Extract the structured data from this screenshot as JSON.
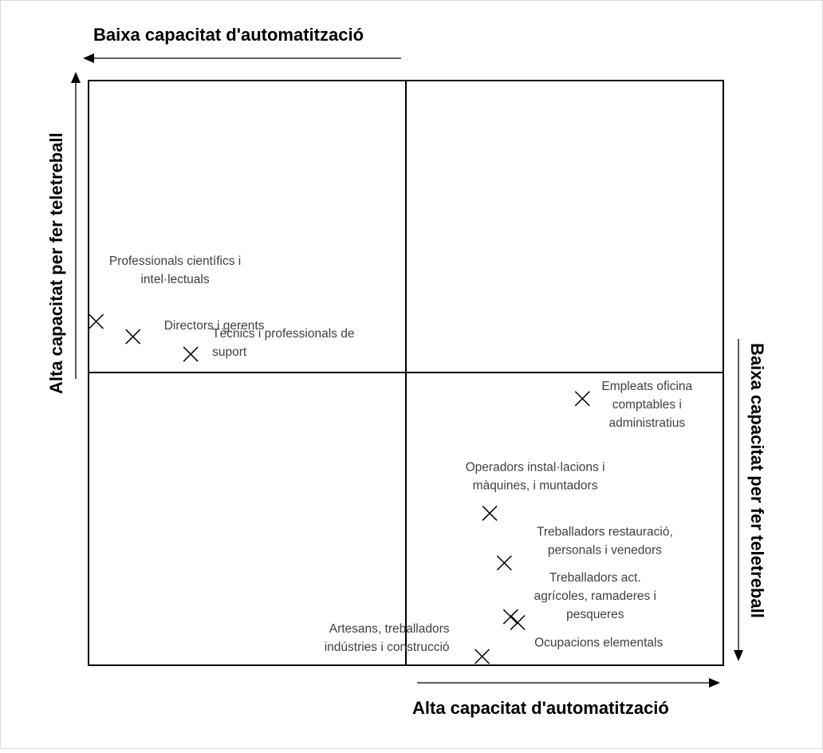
{
  "chart_data": {
    "type": "scatter",
    "grid": false,
    "axis_titles": {
      "top": "Baixa capacitat d'automatització",
      "bottom": "Alta capacitat d'automatització",
      "left": "Alta capacitat  per fer teletreball",
      "right": "Baixa capacitat  per fer teletreball"
    },
    "points": [
      {
        "label": [
          "Professionals científics i",
          "intel·lectuals"
        ],
        "x": 0.012,
        "y": 0.588
      },
      {
        "label": [
          "Directors i gerents"
        ],
        "x": 0.07,
        "y": 0.562
      },
      {
        "label": [
          "Tècnics i professionals de",
          "suport"
        ],
        "x": 0.161,
        "y": 0.532
      },
      {
        "label": [
          "Empleats oficina",
          "comptables i",
          "administratius"
        ],
        "x": 0.778,
        "y": 0.456
      },
      {
        "label": [
          "Operadors instal·lacions i",
          "màquines, i muntadors"
        ],
        "x": 0.632,
        "y": 0.26
      },
      {
        "label": [
          "Treballadors restauració,",
          "personals i venedors"
        ],
        "x": 0.655,
        "y": 0.175
      },
      {
        "label": [
          "Treballadors act.",
          "agrícoles, ramaderes i",
          "pesqueres"
        ],
        "x": 0.665,
        "y": 0.083
      },
      {
        "label": [
          "Ocupacions elementals"
        ],
        "x": 0.676,
        "y": 0.073
      },
      {
        "label": [
          "Artesans, treballadors",
          "indústries i construcció"
        ],
        "x": 0.62,
        "y": 0.015
      }
    ]
  }
}
